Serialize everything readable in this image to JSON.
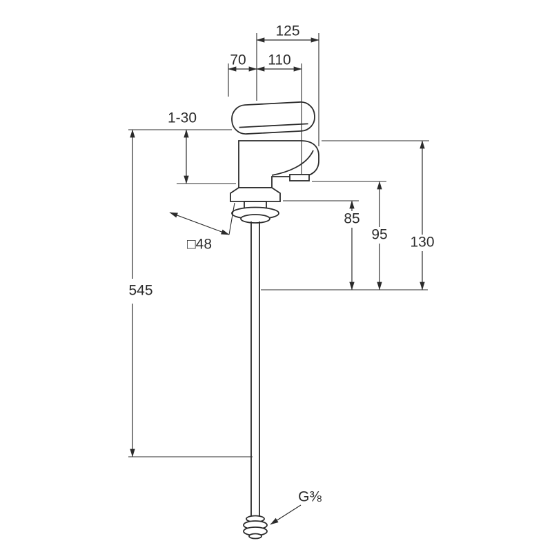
{
  "page": {
    "background": "#ffffff",
    "description": "Technical dimension drawing of a single-lever basin mixer tap, side elevation"
  },
  "drawing": {
    "ink": "#2b2b2b",
    "subject": "single-lever-basin-mixer-side-view",
    "labels": {
      "dim_125": "125",
      "dim_110": "110",
      "dim_70": "70",
      "dim_1_30": "1-30",
      "dim_85": "85",
      "dim_95": "95",
      "dim_130": "130",
      "dim_545": "545",
      "dim_square48": "□48",
      "thread": "G⅜"
    }
  }
}
